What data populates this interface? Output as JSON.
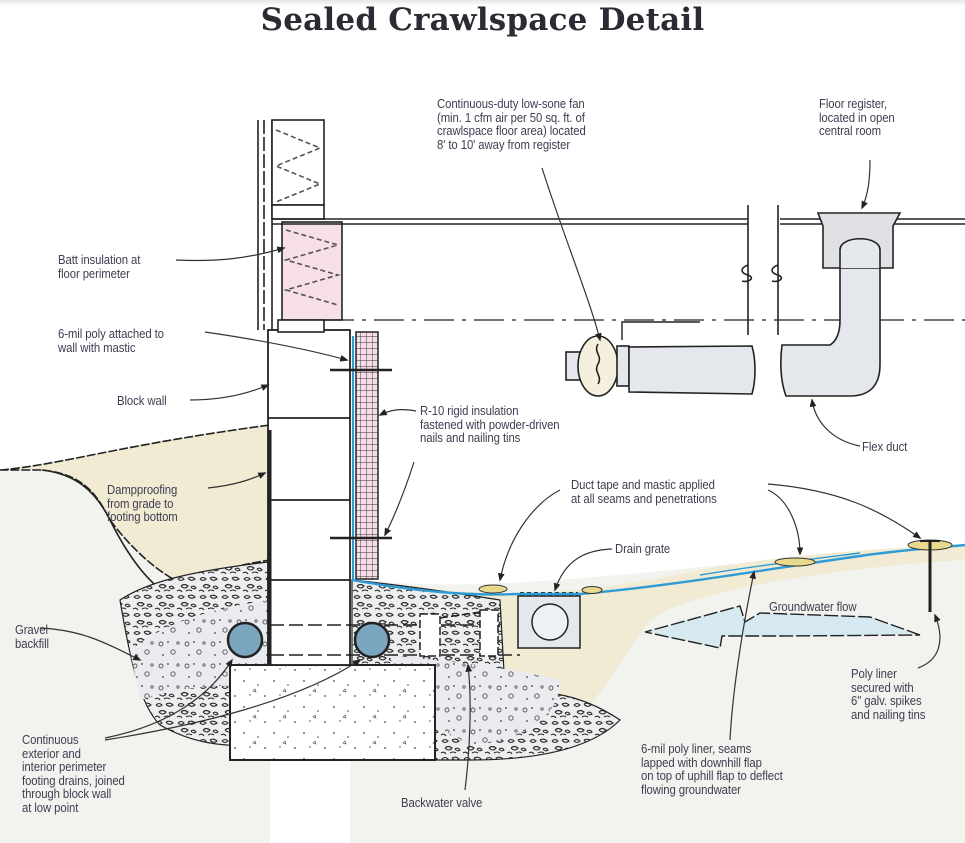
{
  "title": "Sealed Crawlspace Detail",
  "colors": {
    "background": "#ffffff",
    "crawl_floor": "#f2f3ee",
    "soil": "#f2ebd3",
    "insulation_pink": "#f6dfe6",
    "duct_gray": "#e4e8ec",
    "fan_cream": "#f5f0de",
    "poly_liner_blue": "#2f9bd6",
    "drain_pipe_blue": "#7aa6bf",
    "groundwater_arrow": "#d6e9f0",
    "tape_yellow": "#e9d98e",
    "label_text": "#3e3e52"
  },
  "labels": {
    "fan": "Continuous-duty low-sone fan\n(min. 1 cfm air per 50 sq. ft. of\ncrawlspace floor area) located\n8' to 10' away from register",
    "floor_register": "Floor register,\nlocated in open\ncentral room",
    "batt_insulation": "Batt insulation at\nfloor perimeter",
    "poly_wall": "6-mil poly attached to\nwall with mastic",
    "block_wall": "Block wall",
    "rigid_insulation": "R-10 rigid insulation\nfastened with powder-driven\nnails and nailing tins",
    "flex_duct": "Flex duct",
    "dampproofing": "Dampproofing\nfrom grade to\nfooting bottom",
    "duct_tape": "Duct tape and mastic applied\nat all seams and penetrations",
    "drain_grate": "Drain grate",
    "groundwater_flow": "Groundwater flow",
    "gravel_backfill": "Gravel\nbackfill",
    "poly_liner_secured": "Poly liner\nsecured with\n6\" galv. spikes\nand nailing tins",
    "footing_drains": "Continuous\nexterior and\ninterior perimeter\nfooting drains, joined\nthrough block wall\nat low point",
    "backwater_valve": "Backwater valve",
    "poly_liner_seams": "6-mil poly liner, seams\nlapped with downhill flap\non top of uphill flap to deflect\nflowing groundwater"
  }
}
